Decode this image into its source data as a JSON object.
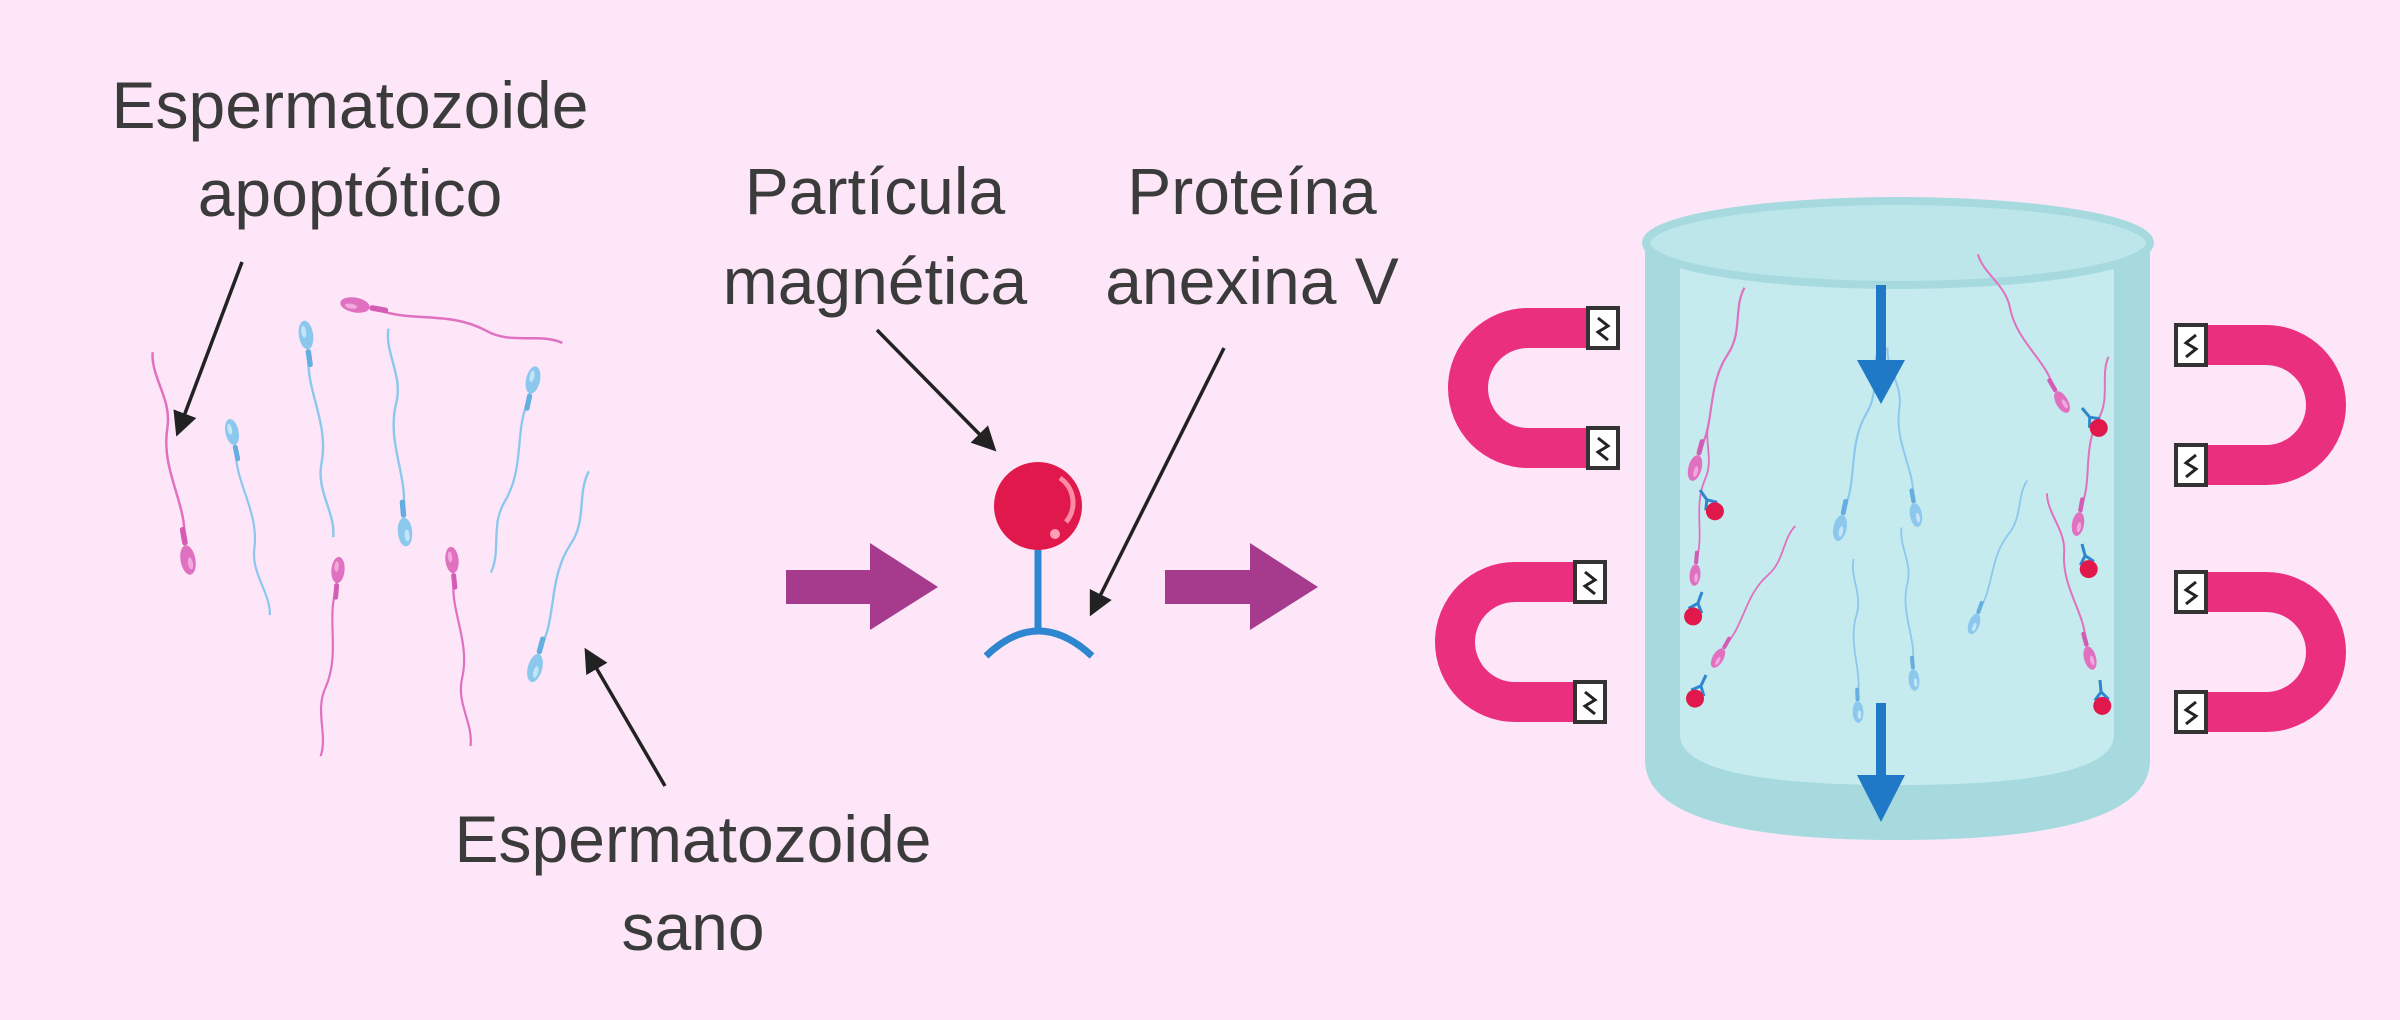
{
  "labels": {
    "apoptotic": [
      "Espermatozoide",
      "apoptótico"
    ],
    "particle": [
      "Partícula",
      "magnética"
    ],
    "protein": [
      "Proteína",
      "anexina V"
    ],
    "healthy": [
      "Espermatozoide",
      "sano"
    ]
  },
  "colors": {
    "background": "#fde6f8",
    "apoptotic_sperm": "#e070c0",
    "healthy_sperm": "#8cc8ee",
    "arrow": "#a63a8c",
    "magnet": "#ea2f7e",
    "particle": "#e0184c",
    "protein": "#2d86cf",
    "column": "#a6dadf",
    "flow_arrow": "#2079c7"
  },
  "icons": [
    "sperm-apoptotic-icon",
    "sperm-healthy-icon",
    "magnetic-particle-icon",
    "annexin-v-icon",
    "magnet-icon",
    "separation-column-icon"
  ]
}
